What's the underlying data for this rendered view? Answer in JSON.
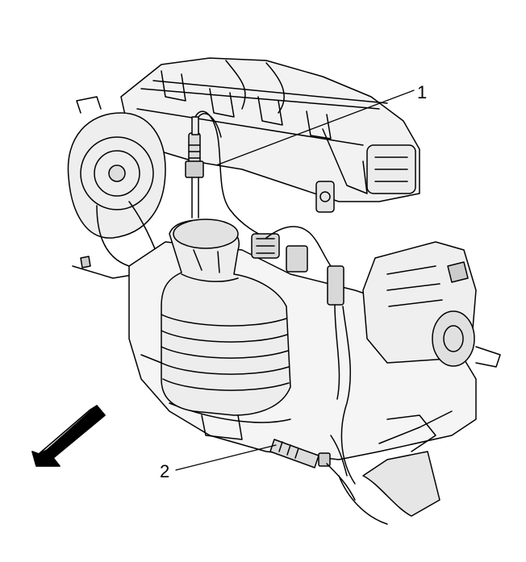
{
  "diagram": {
    "callouts": [
      {
        "id": "1",
        "label": "1"
      },
      {
        "id": "2",
        "label": "2"
      }
    ],
    "direction_arrow_icon": "front-direction-arrow-icon"
  }
}
